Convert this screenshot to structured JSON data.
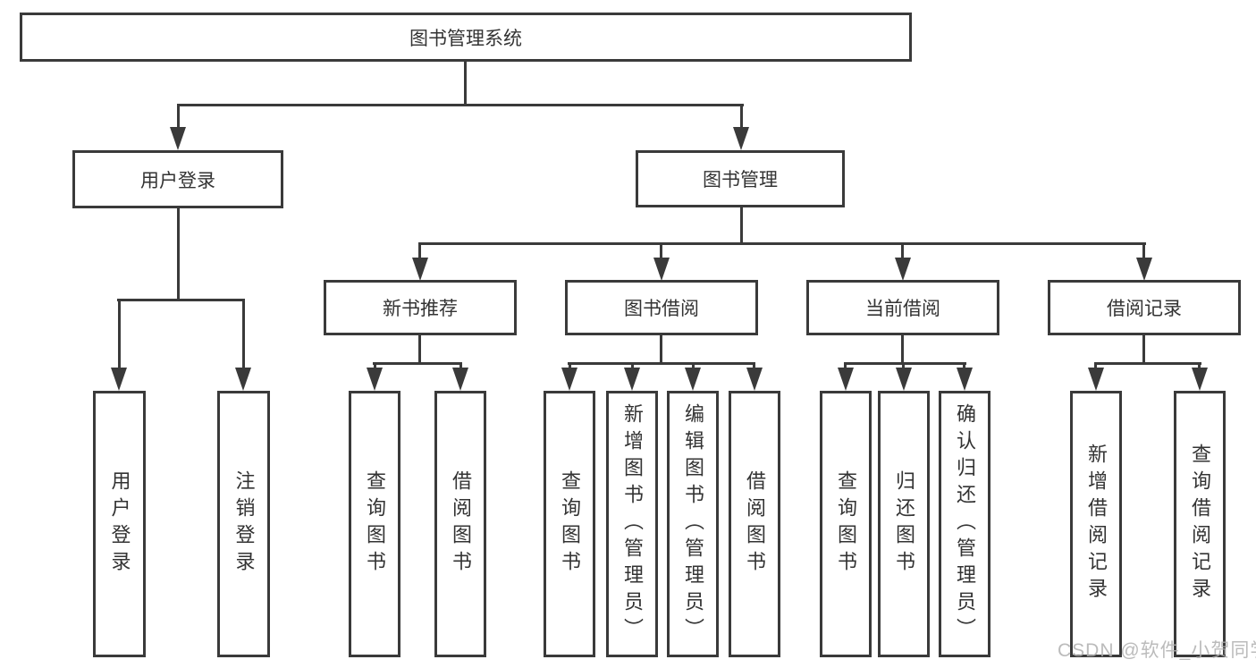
{
  "tree": {
    "label": "图书管理系统",
    "children": [
      {
        "label": "用户登录",
        "children": [
          {
            "label": "用户登录"
          },
          {
            "label": "注销登录"
          }
        ]
      },
      {
        "label": "图书管理",
        "children": [
          {
            "label": "新书推荐",
            "children": [
              {
                "label": "查询图书"
              },
              {
                "label": "借阅图书"
              }
            ]
          },
          {
            "label": "图书借阅",
            "children": [
              {
                "label": "查询图书"
              },
              {
                "label": "新增图书（管理员）"
              },
              {
                "label": "编辑图书（管理员）"
              },
              {
                "label": "借阅图书"
              }
            ]
          },
          {
            "label": "当前借阅",
            "children": [
              {
                "label": "查询图书"
              },
              {
                "label": "归还图书"
              },
              {
                "label": "确认归还（管理员）"
              }
            ]
          },
          {
            "label": "借阅记录",
            "children": [
              {
                "label": "新增借阅记录"
              },
              {
                "label": "查询借阅记录"
              }
            ]
          }
        ]
      }
    ]
  },
  "watermark": {
    "text": "CSDN @软件_小贺同学"
  },
  "colors": {
    "line": "#3a3a3a",
    "text": "#333333",
    "box_background": "#ffffff",
    "watermark": "#b0b0b0"
  }
}
